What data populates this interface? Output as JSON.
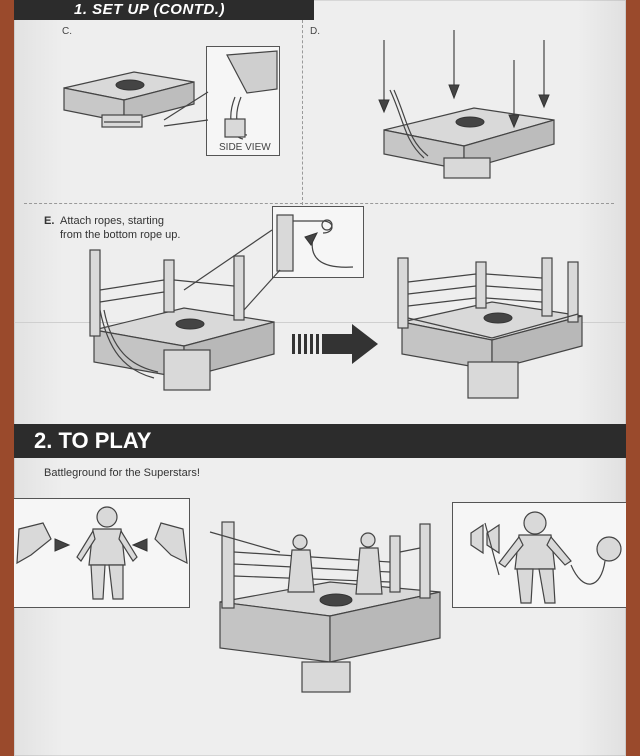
{
  "section1": {
    "heading": "1. SET UP (CONTD.)"
  },
  "steps": {
    "c": "C.",
    "d": "D.",
    "e_label": "E.",
    "e_text_line1": "Attach ropes, starting",
    "e_text_line2": "from the bottom rope up.",
    "side_view": "SIDE VIEW"
  },
  "section2": {
    "heading": "2. TO PLAY",
    "caption": "Battleground for the Superstars!"
  }
}
